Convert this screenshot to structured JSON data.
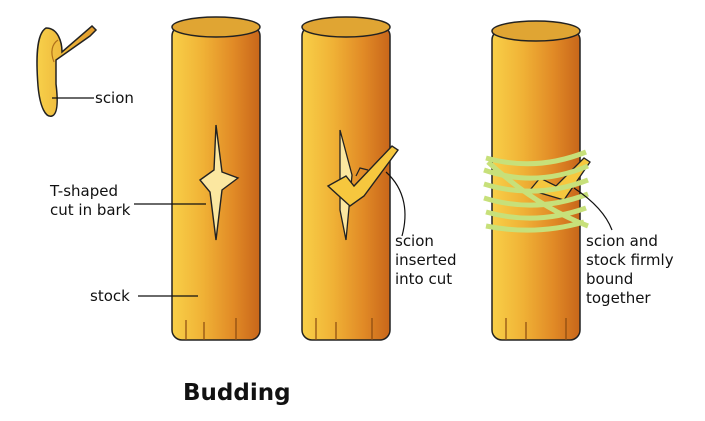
{
  "labels": {
    "scion": "scion",
    "t_cut": "T-shaped\ncut in bark",
    "stock": "stock",
    "scion_inserted": "scion\ninserted\ninto cut",
    "bound": "scion and\nstock firmly\nbound\ntogether"
  },
  "title": "Budding",
  "colors": {
    "bark_light": "#f5c33a",
    "bark_mid": "#e8972a",
    "bark_dark": "#c8661a",
    "top": "#e0a533",
    "binding": "#c7e07a",
    "outline": "#222222"
  }
}
